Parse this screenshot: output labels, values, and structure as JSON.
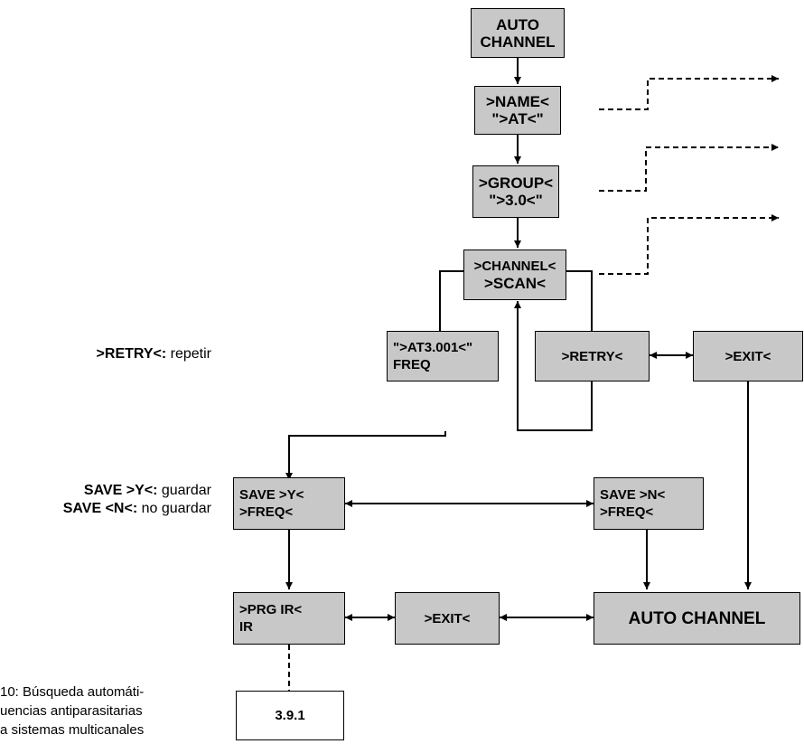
{
  "boxes": {
    "auto_channel_top": {
      "line1": "AUTO",
      "line2": "CHANNEL"
    },
    "name": {
      "line1": ">NAME<",
      "line2": "\">AT<\""
    },
    "group": {
      "line1": ">GROUP<",
      "line2": "\">3.0<\""
    },
    "channel": {
      "line1": ">CHANNEL<",
      "line2": ">SCAN<"
    },
    "freq_found": {
      "line1": "\">AT3.001<\"",
      "line2": "FREQ"
    },
    "retry": {
      "line1": ">RETRY<"
    },
    "exit_top": {
      "line1": ">EXIT<"
    },
    "save_y": {
      "line1": "SAVE >Y<",
      "line2": ">FREQ<"
    },
    "save_n": {
      "line1": "SAVE >N<",
      "line2": ">FREQ<"
    },
    "prg_ir": {
      "line1": ">PRG IR<",
      "line2": "IR"
    },
    "exit_bottom": {
      "line1": ">EXIT<"
    },
    "auto_channel_bottom": {
      "line1": "AUTO CHANNEL"
    },
    "ref": {
      "line1": "3.9.1"
    }
  },
  "notes": {
    "retry": {
      "key": ">RETRY<:",
      "text": " repetir"
    },
    "save_y": {
      "key": "SAVE >Y<:",
      "text": " guardar"
    },
    "save_n": {
      "key": "SAVE <N<:",
      "text": " no guardar"
    }
  },
  "caption": {
    "line1": "10: Búsqueda automáti-",
    "line2": "uencias antiparasitarias",
    "line3": "a sistemas multicanales"
  }
}
